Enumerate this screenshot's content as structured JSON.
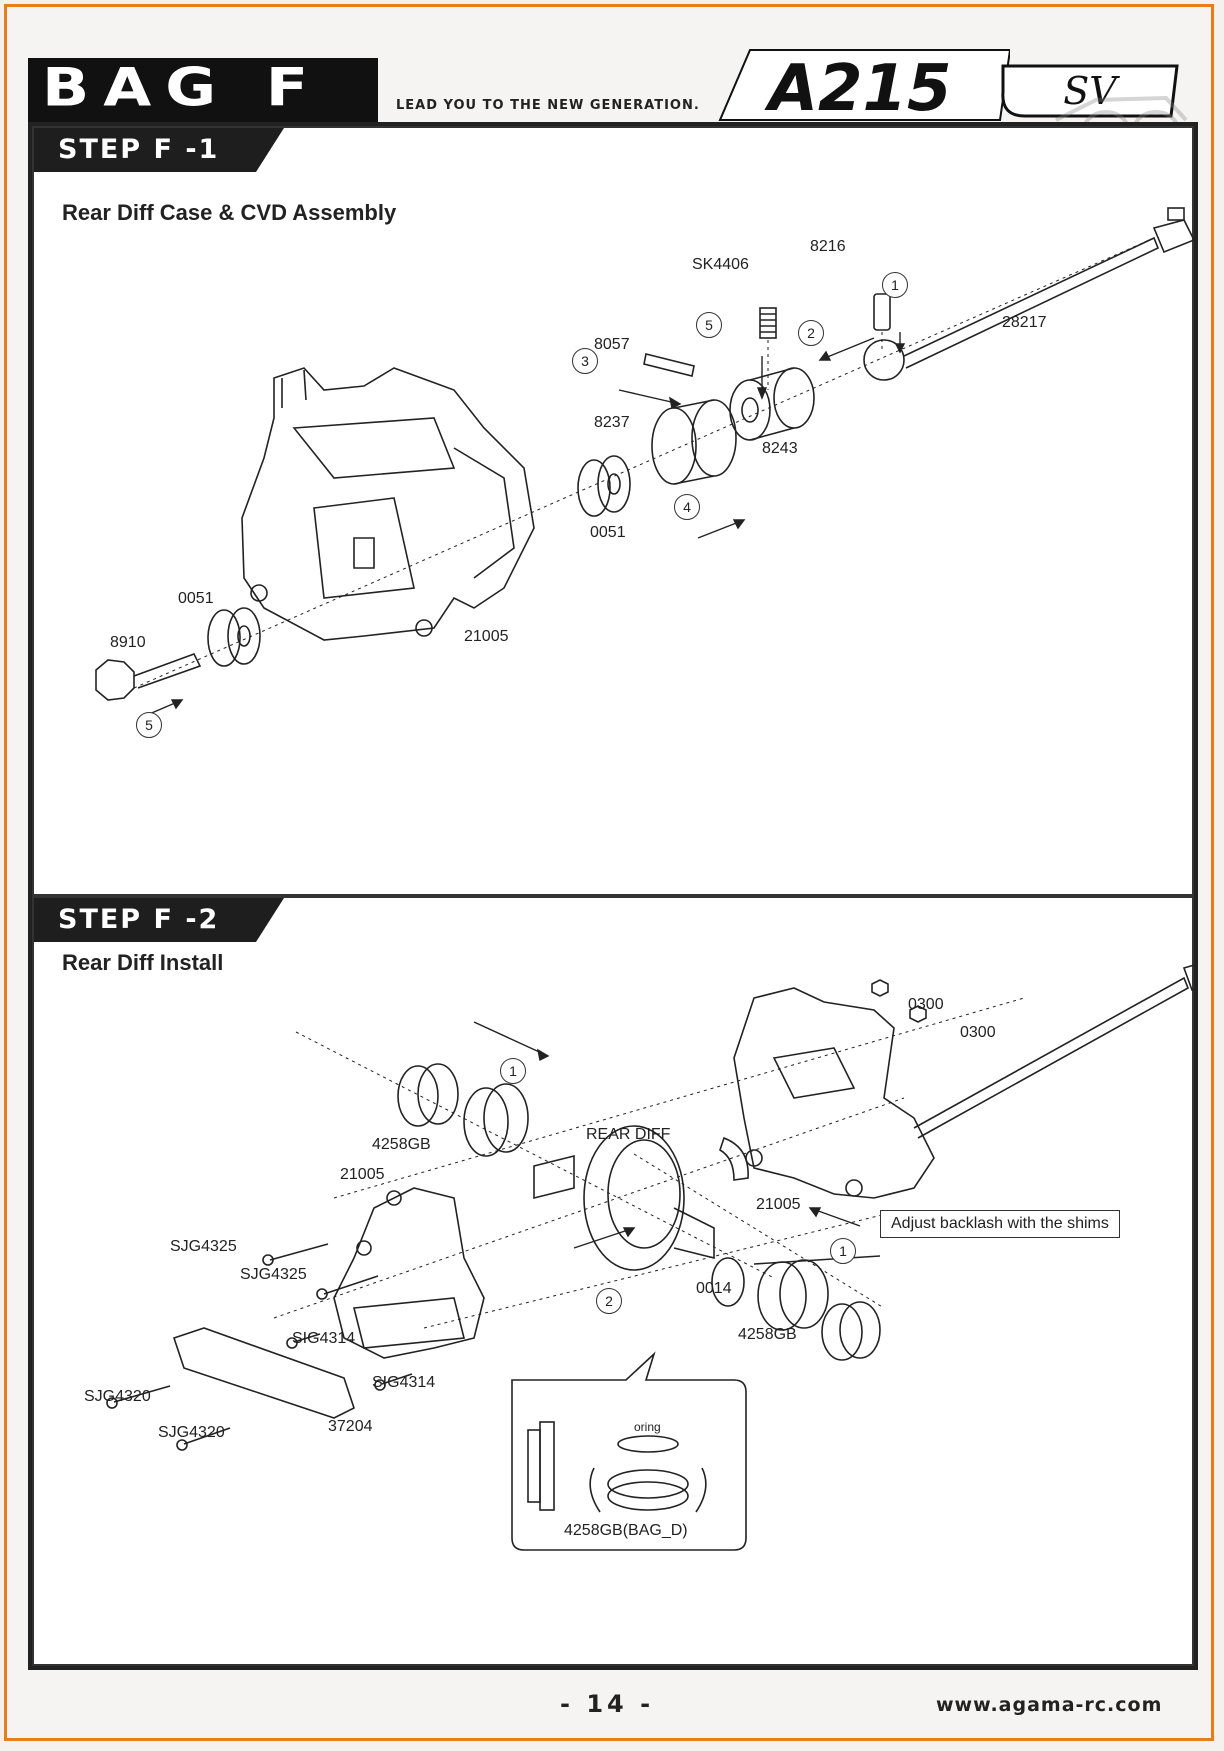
{
  "header": {
    "bag": "BAG F",
    "tagline": "LEAD YOU TO THE NEW GENERATION.",
    "model": "A215",
    "badge": "SV"
  },
  "step1": {
    "label": "STEP F -1",
    "title": "Rear Diff Case & CVD Assembly",
    "parts": {
      "sk4406": "SK4406",
      "p8216": "8216",
      "p28217": "28217",
      "p8057": "8057",
      "p8237": "8237",
      "p8243": "8243",
      "p0051a": "0051",
      "p0051b": "0051",
      "p8910": "8910",
      "p21005": "21005"
    },
    "steps": {
      "s1": "1",
      "s2": "2",
      "s3": "3",
      "s4": "4",
      "s5a": "5",
      "s5b": "5"
    }
  },
  "step2": {
    "label": "STEP F -2",
    "title": "Rear Diff Install",
    "parts": {
      "p0300a": "0300",
      "p0300b": "0300",
      "p4258a": "4258GB",
      "rear_diff": "REAR DIFF",
      "p21005a": "21005",
      "p21005b": "21005",
      "sjg4325a": "SJG4325",
      "sjg4325b": "SJG4325",
      "sig4314a": "SIG4314",
      "sig4314b": "SIG4314",
      "sjg4320a": "SJG4320",
      "sjg4320b": "SJG4320",
      "p37204": "37204",
      "p0014": "0014",
      "p4258b": "4258GB",
      "oring": "oring",
      "p4258bag": "4258GB(BAG_D)"
    },
    "callout": "Adjust backlash with the shims",
    "steps": {
      "s1a": "1",
      "s1b": "1",
      "s2": "2"
    }
  },
  "footer": {
    "page": "- 14 -",
    "url": "www.agama-rc.com"
  }
}
